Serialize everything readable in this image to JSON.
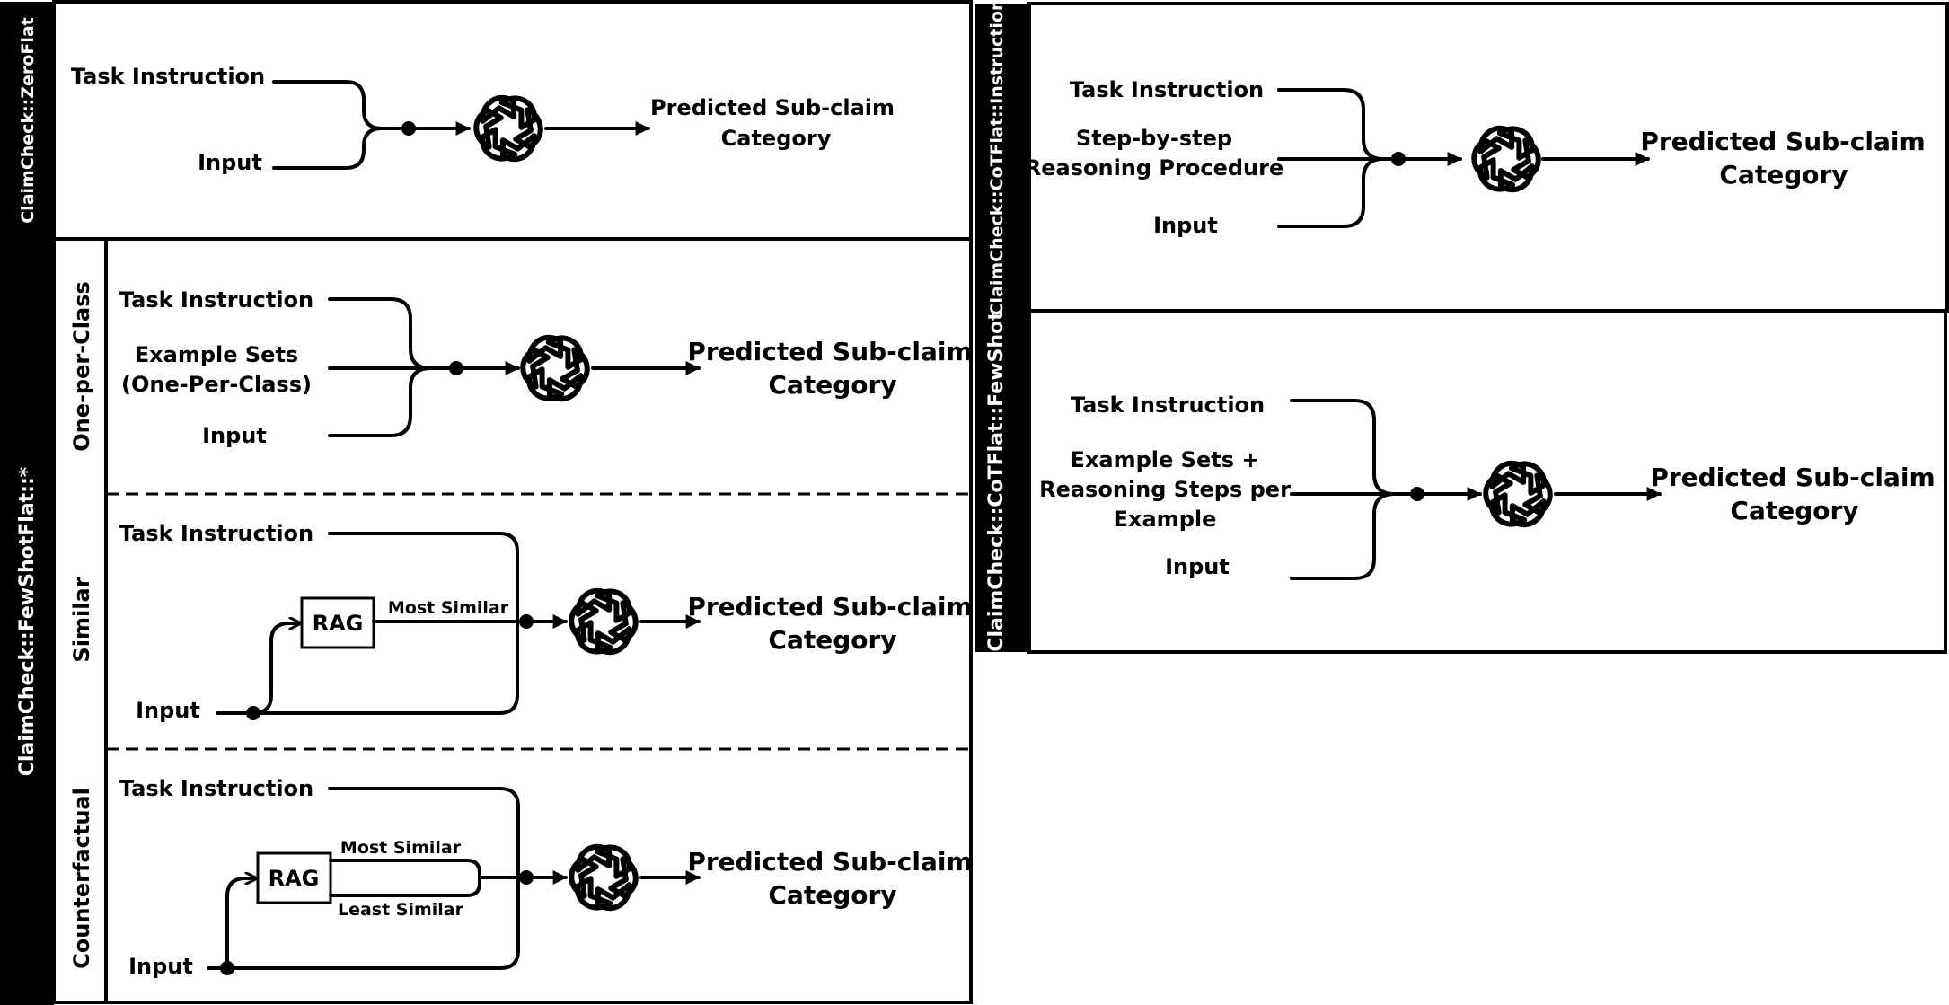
{
  "panels": {
    "zero_flat": {
      "side_label": "ClaimCheck::ZeroFlat",
      "task": "Task Instruction",
      "input": "Input",
      "output_1": "Predicted Sub-claim",
      "output_2": "Category"
    },
    "few_shot_flat": {
      "side_label": "ClaimCheck::FewShotFlat::*",
      "one_per_class": {
        "sub_label": "One-per-Class",
        "task": "Task Instruction",
        "examples_1": "Example Sets",
        "examples_2": "(One-Per-Class)",
        "input": "Input",
        "output_1": "Predicted Sub-claim",
        "output_2": "Category"
      },
      "similar": {
        "sub_label": "Similar",
        "task": "Task Instruction",
        "rag": "RAG",
        "most_similar": "Most Similar",
        "input": "Input",
        "output_1": "Predicted Sub-claim",
        "output_2": "Category"
      },
      "counterfactual": {
        "sub_label": "Counterfactual",
        "task": "Task Instruction",
        "rag": "RAG",
        "most_similar": "Most Similar",
        "least_similar": "Least Similar",
        "input": "Input",
        "output_1": "Predicted Sub-claim",
        "output_2": "Category"
      }
    },
    "cot_instruction": {
      "side_label": "ClaimCheck::CoTFlat::Instruction",
      "task": "Task Instruction",
      "step_1": "Step-by-step",
      "step_2": "Reasoning Procedure",
      "input": "Input",
      "output_1": "Predicted Sub-claim",
      "output_2": "Category"
    },
    "cot_few_shot": {
      "side_label": "ClaimCheck::CoTFlat::FewShot",
      "task": "Task Instruction",
      "examples_1": "Example Sets +",
      "examples_2": "Reasoning Steps per",
      "examples_3": "Example",
      "input": "Input",
      "output_1": "Predicted Sub-claim",
      "output_2": "Category"
    }
  },
  "icons": {
    "model": "openai-logo-icon"
  }
}
